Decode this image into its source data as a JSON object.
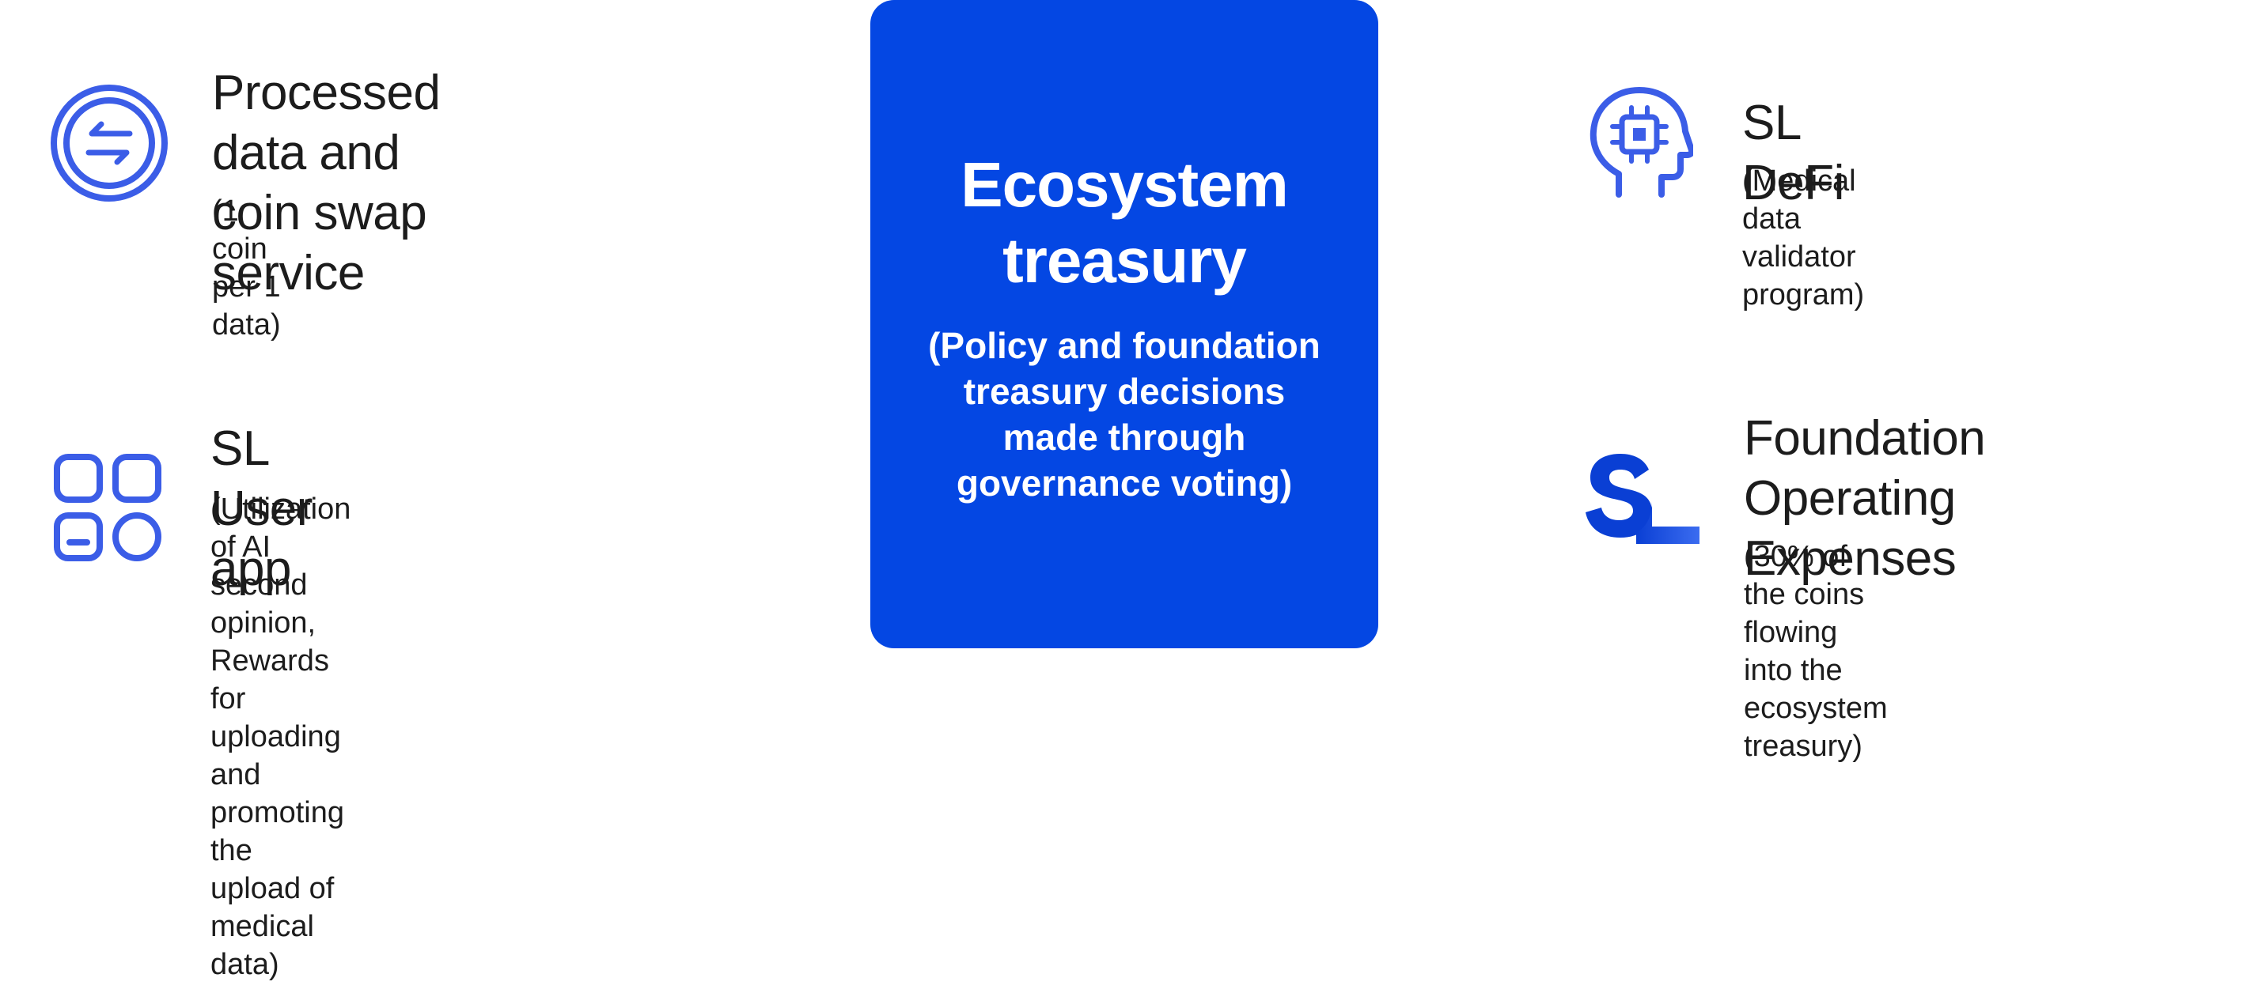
{
  "items": {
    "swap": {
      "icon": "swap-arrows-icon",
      "title": "Processed data and\ncoin swap service",
      "subtitle": "(1 coin per 1 data)"
    },
    "user_app": {
      "icon": "apps-grid-icon",
      "title": "SL User app",
      "subtitle": "(Utilization of AI second opinion,\nRewards for uploading and\npromoting the upload of medical data)"
    },
    "defi": {
      "icon": "brain-chip-icon",
      "title": "SL DeFi",
      "subtitle": "(Medical data validator program)"
    },
    "foundation": {
      "icon": "sl-logo-icon",
      "title": "Foundation Operating\nExpenses",
      "subtitle": "(30% of the coins flowing into the\necosystem treasury)"
    }
  },
  "treasury": {
    "title": "Ecosystem\ntreasury",
    "subtitle": "(Policy and foundation\ntreasury decisions\nmade through\ngovernance voting)"
  },
  "colors": {
    "accent": "#0447e3",
    "icon": "#3b5de7",
    "text": "#1c1c1c",
    "background": "#ffffff"
  }
}
